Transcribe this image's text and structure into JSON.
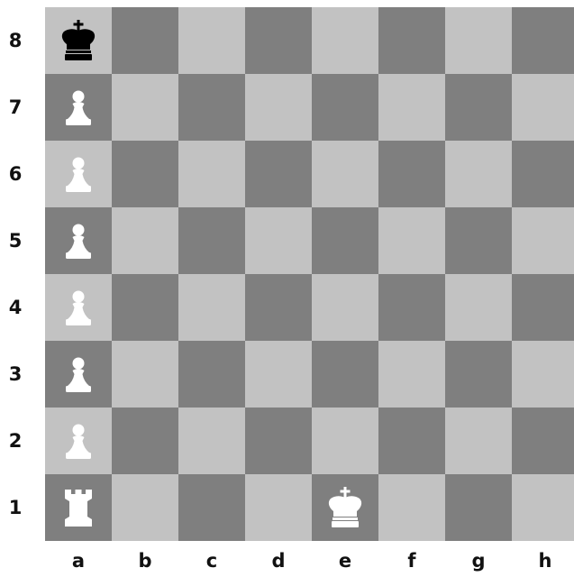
{
  "colors": {
    "light_square": "#c2c2c2",
    "dark_square": "#7f7f7f",
    "white_piece": "#ffffff",
    "black_piece": "#000000"
  },
  "files": [
    "a",
    "b",
    "c",
    "d",
    "e",
    "f",
    "g",
    "h"
  ],
  "ranks": [
    "8",
    "7",
    "6",
    "5",
    "4",
    "3",
    "2",
    "1"
  ],
  "pieces": [
    {
      "square": "a8",
      "color": "black",
      "type": "king",
      "icon": "black-king-icon"
    },
    {
      "square": "a7",
      "color": "white",
      "type": "pawn",
      "icon": "white-pawn-icon"
    },
    {
      "square": "a6",
      "color": "white",
      "type": "pawn",
      "icon": "white-pawn-icon"
    },
    {
      "square": "a5",
      "color": "white",
      "type": "pawn",
      "icon": "white-pawn-icon"
    },
    {
      "square": "a4",
      "color": "white",
      "type": "pawn",
      "icon": "white-pawn-icon"
    },
    {
      "square": "a3",
      "color": "white",
      "type": "pawn",
      "icon": "white-pawn-icon"
    },
    {
      "square": "a2",
      "color": "white",
      "type": "pawn",
      "icon": "white-pawn-icon"
    },
    {
      "square": "a1",
      "color": "white",
      "type": "rook",
      "icon": "white-rook-icon"
    },
    {
      "square": "e1",
      "color": "white",
      "type": "king",
      "icon": "white-king-icon"
    }
  ]
}
